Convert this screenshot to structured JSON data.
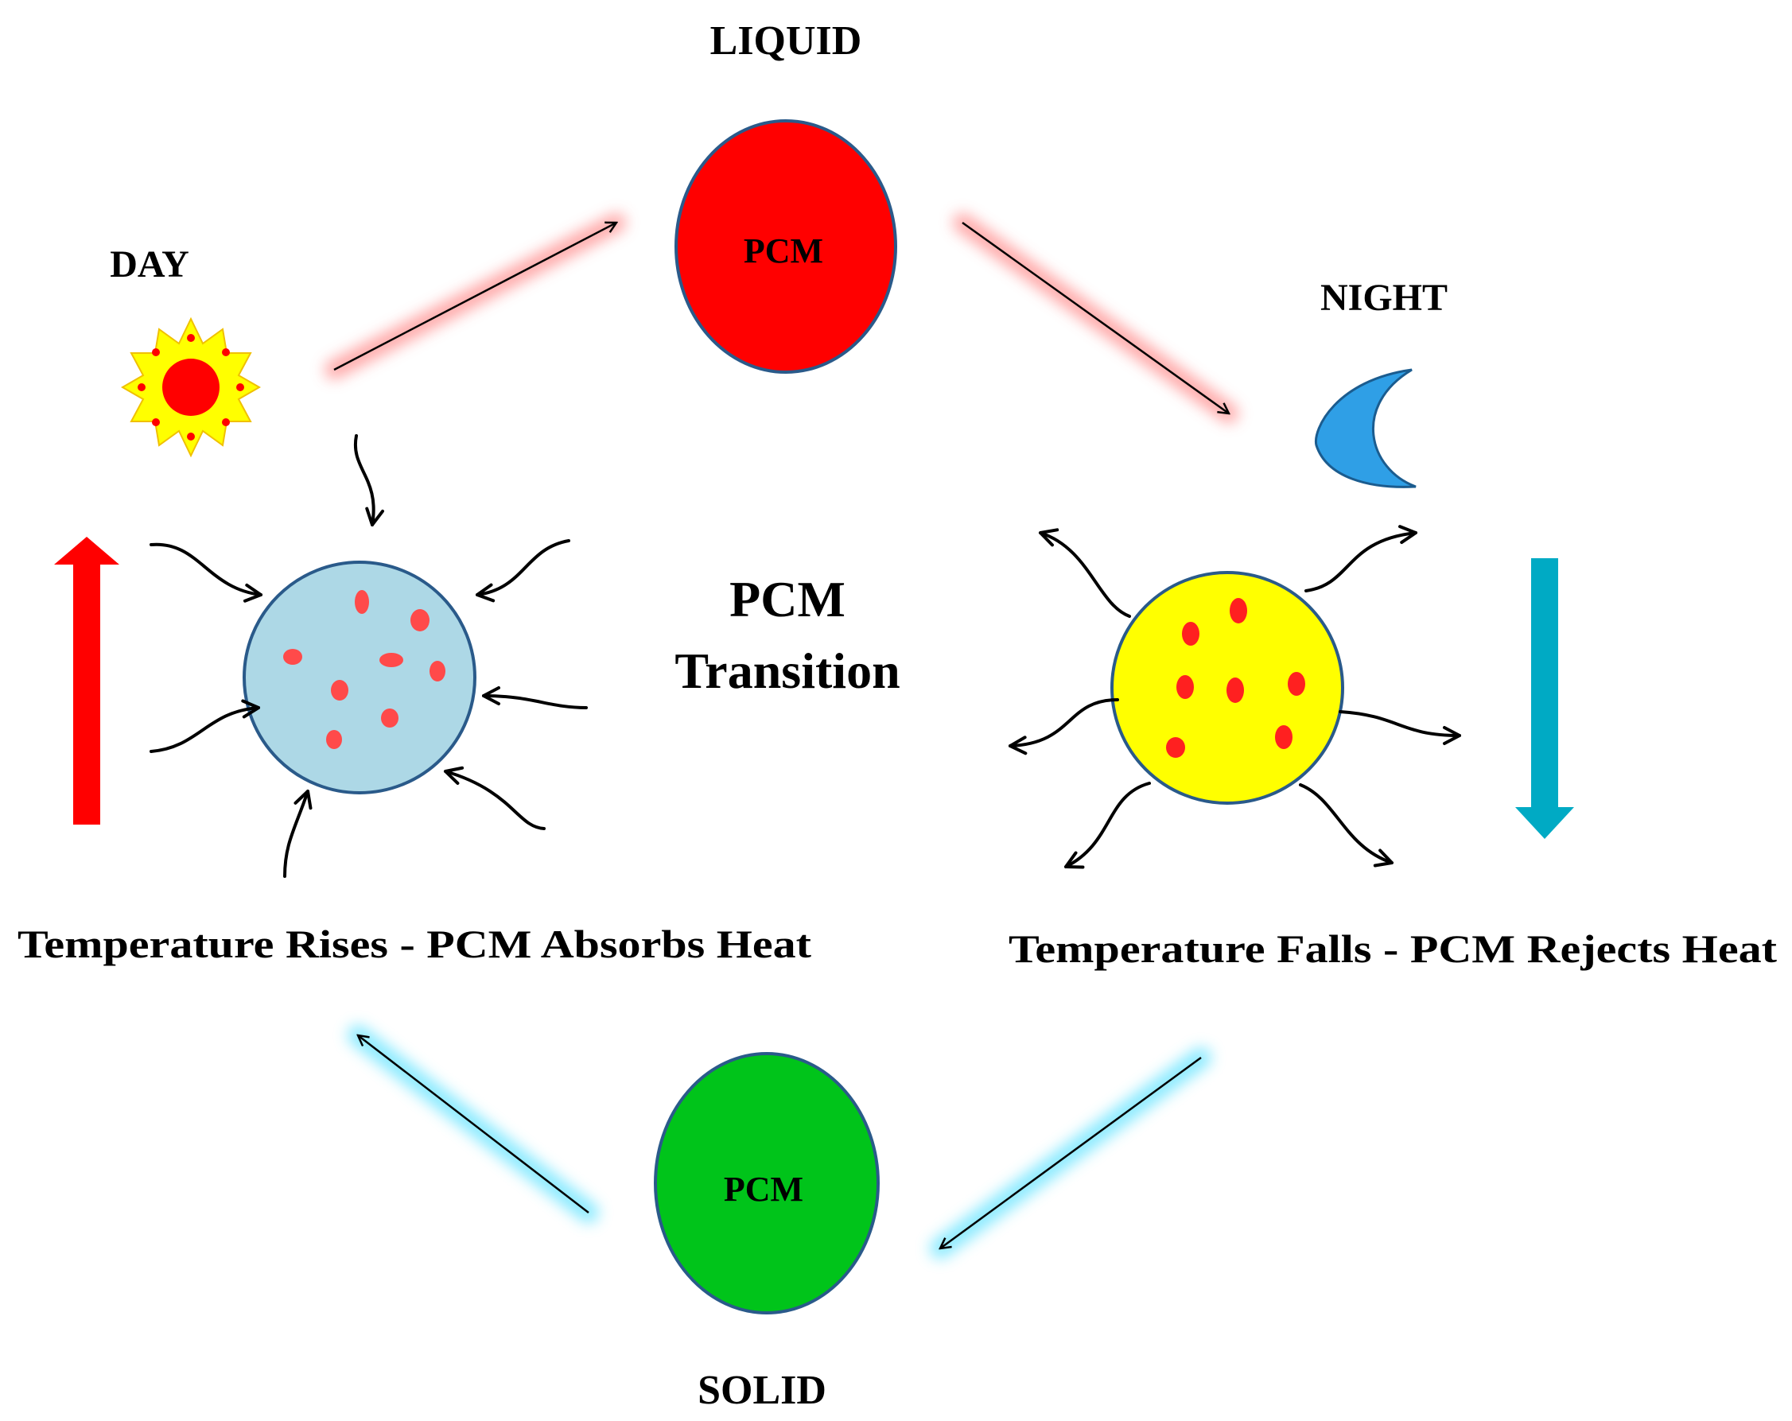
{
  "labels": {
    "liquid": "LIQUID",
    "solid": "SOLID",
    "day": "DAY",
    "night": "NIGHT",
    "pcm_top": "PCM",
    "pcm_bottom": "PCM",
    "center_line1": "PCM",
    "center_line2": "Transition",
    "left_caption": "Temperature Rises - PCM Absorbs Heat",
    "right_caption": "Temperature Falls - PCM Rejects Heat"
  },
  "icons": {
    "day": "sun-icon",
    "night": "crescent-moon-icon",
    "rise": "up-arrow-icon",
    "fall": "down-arrow-icon"
  },
  "colors": {
    "liquid_pcm": "#ff0000",
    "solid_pcm": "#00c41a",
    "absorbing_particle": "#add8e6",
    "rejecting_particle": "#ffff00",
    "particle_dot": "#ff0000",
    "rise_arrow": "#ff0000",
    "fall_arrow": "#00aac4",
    "warm_glow": "#ff9a9a",
    "cool_glow": "#7fe8ff",
    "sun_rays": "#ffff00",
    "moon": "#2f9fe6",
    "outline": "#2a5a8a"
  }
}
